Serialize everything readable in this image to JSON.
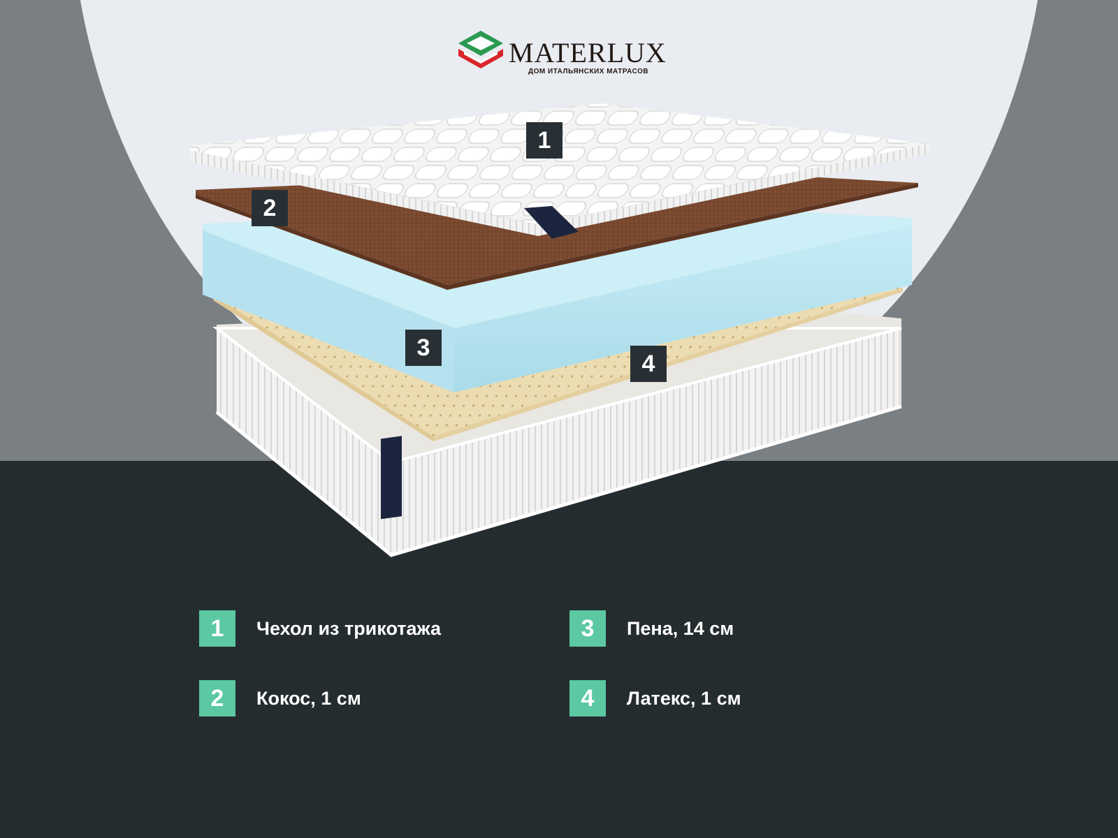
{
  "brand": {
    "name": "MATERLUX",
    "tagline": "ДОМ ИТАЛЬЯНСКИХ МАТРАСОВ",
    "label_text": "Materlux"
  },
  "layer_markers": [
    "1",
    "2",
    "3",
    "4"
  ],
  "legend": [
    {
      "number": "1",
      "label": "Чехол из трикотажа"
    },
    {
      "number": "2",
      "label": "Кокос, 1 см"
    },
    {
      "number": "3",
      "label": "Пена, 14 см"
    },
    {
      "number": "4",
      "label": "Латекс, 1 см"
    }
  ],
  "colors": {
    "background_dark": "#252c2f",
    "arc_light": "#e9ecf1",
    "arc_gray": "#7a7f83",
    "accent": "#5cc9a3",
    "marker_dark": "#283035",
    "coconut": "#7a4a30",
    "foam": "#bfe6f0",
    "latex": "#eadcb4"
  }
}
